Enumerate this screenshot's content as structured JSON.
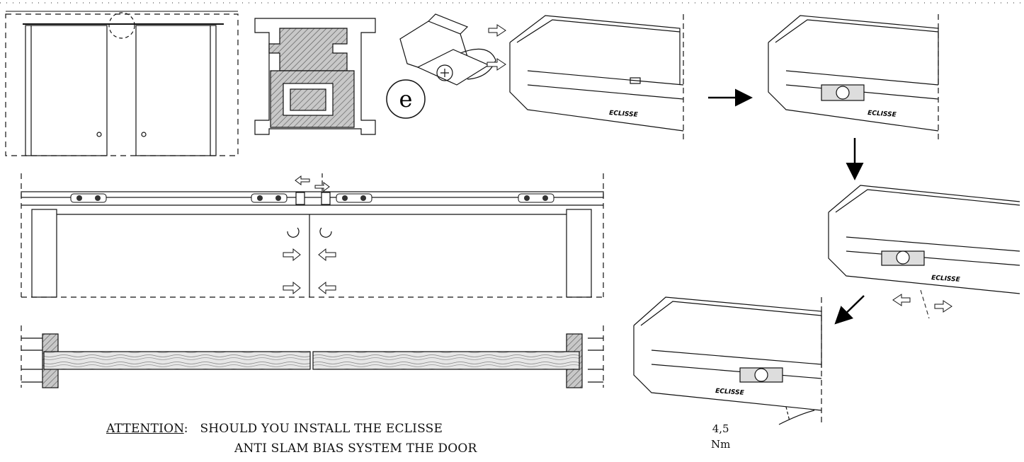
{
  "callout_letter": "e",
  "brand_mark": "ECLISSE",
  "torque": {
    "value": "4,5",
    "unit": "Nm"
  },
  "attention": {
    "label": "ATTENTION",
    "separator": ":",
    "line1": "SHOULD YOU INSTALL THE ECLISSE",
    "line2": "ANTI SLAM BIAS SYSTEM THE DOOR"
  },
  "colors": {
    "line": "#111111",
    "hatch": "#7a7a7a",
    "arrow": "#000000"
  }
}
